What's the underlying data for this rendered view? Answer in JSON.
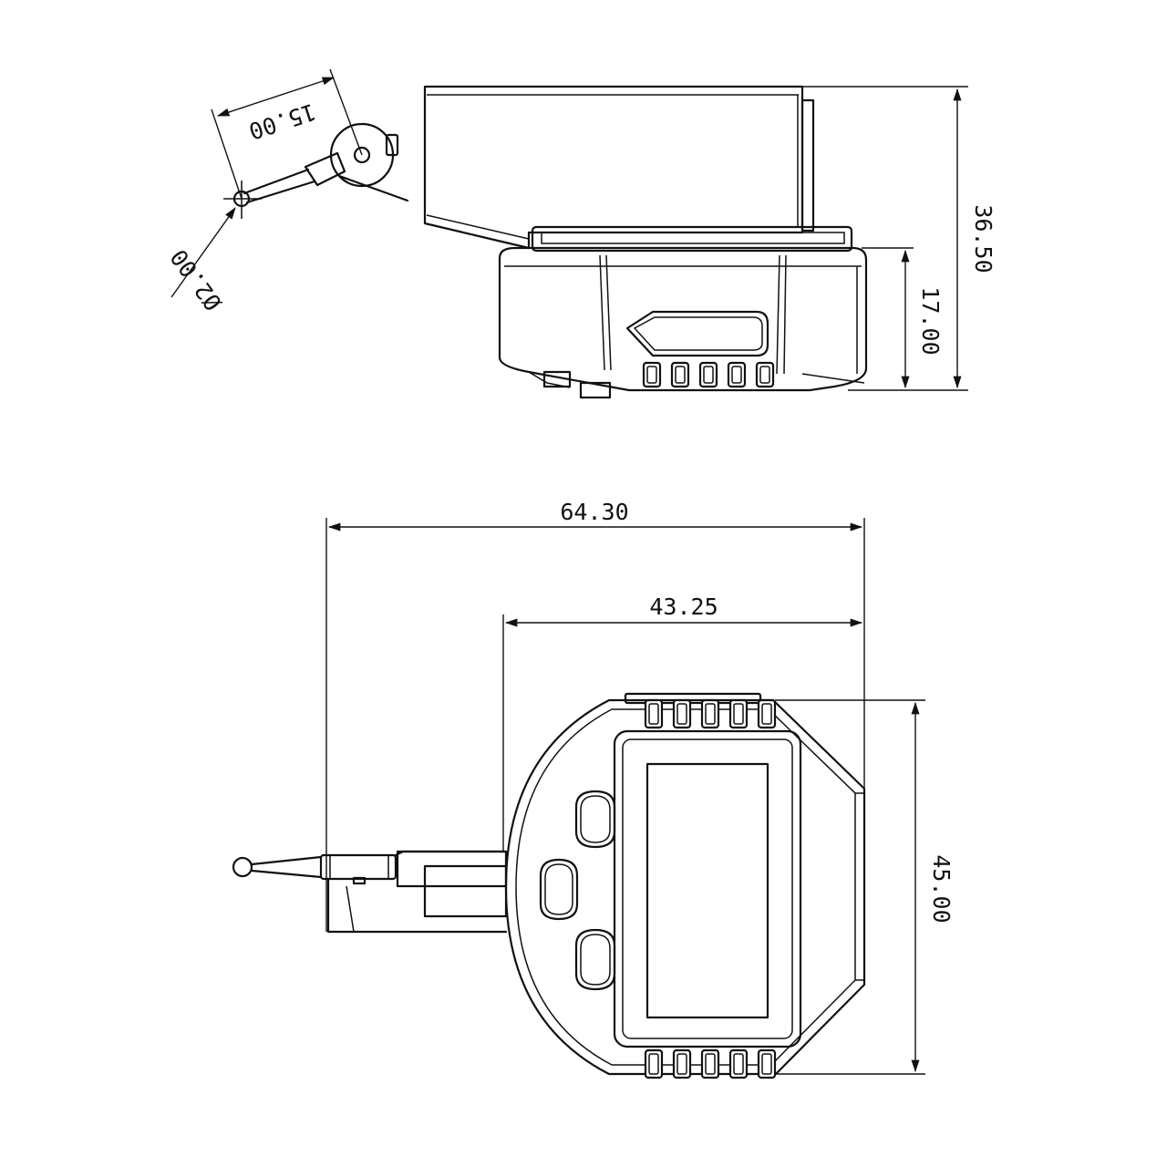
{
  "colors": {
    "line": "#111111",
    "background": "#ffffff"
  },
  "side_view": {
    "dim_height_total": "36.50",
    "dim_height_body": "17.00",
    "dim_probe_length": "15.00",
    "dim_ball_diameter": "Ø2.00"
  },
  "top_view": {
    "dim_total_width": "64.30",
    "dim_body_width": "43.25",
    "dim_body_height": "45.00"
  }
}
